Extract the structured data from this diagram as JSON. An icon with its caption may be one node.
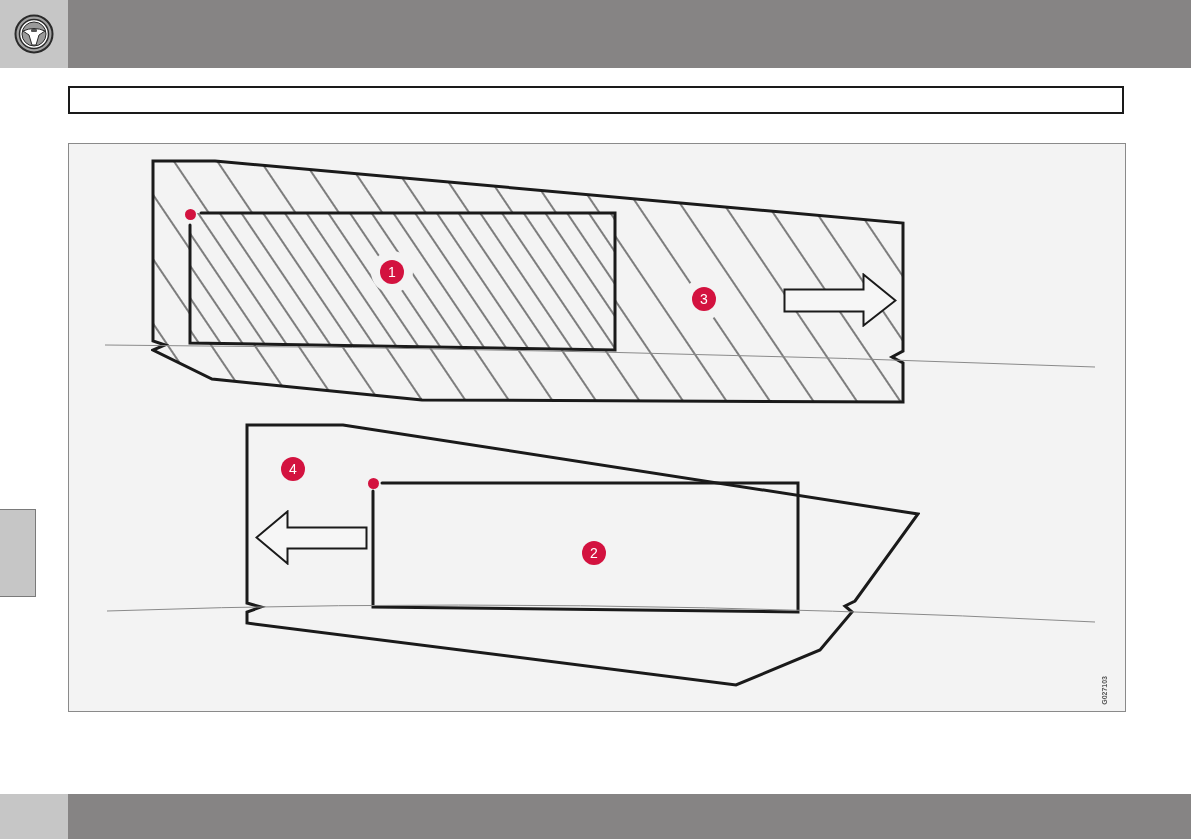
{
  "diagram": {
    "labels": [
      "1",
      "3",
      "4",
      "2",
      "G027103"
    ]
  }
}
